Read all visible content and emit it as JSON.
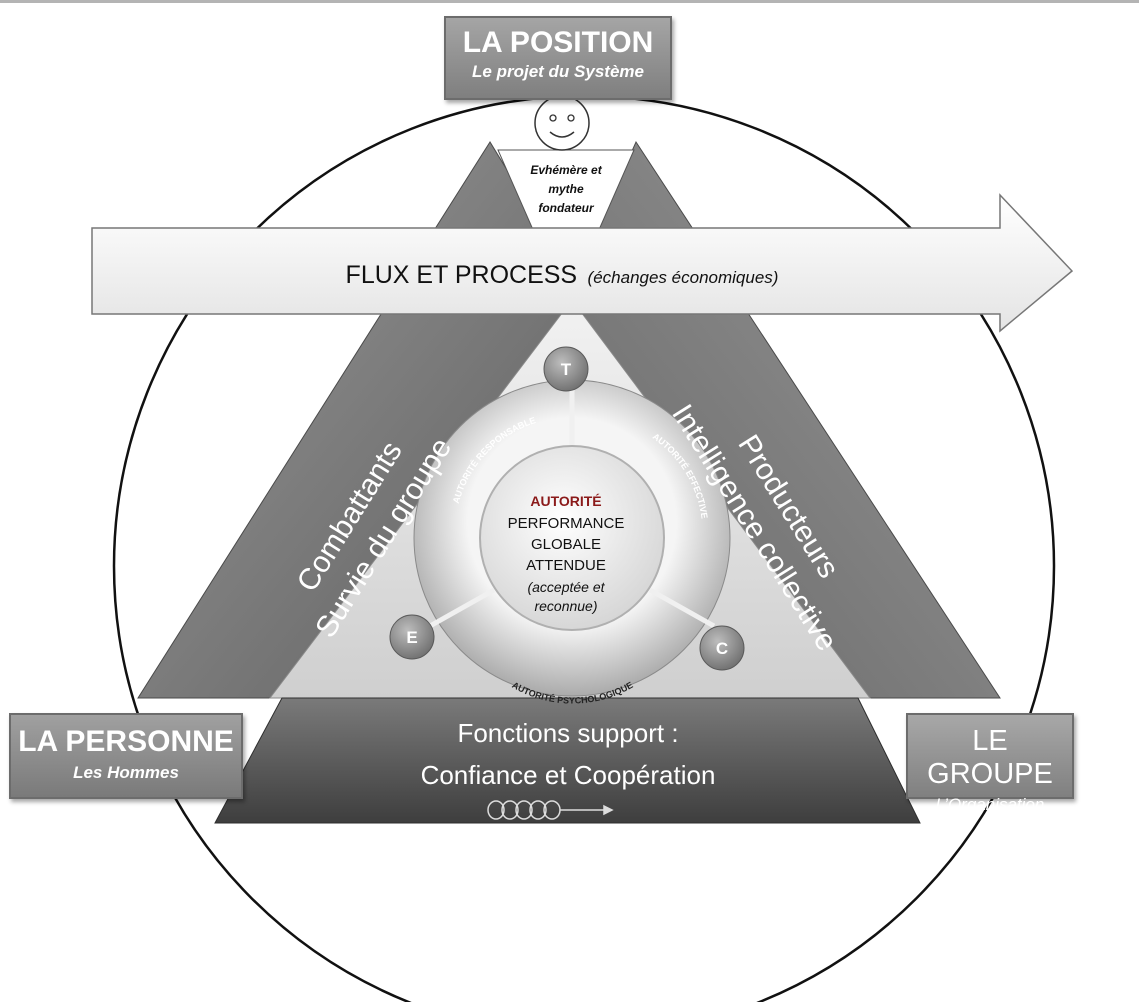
{
  "position": {
    "title": "LA POSITION",
    "subtitle": "Le projet du Système"
  },
  "person": {
    "title": "LA PERSONNE",
    "subtitle": "Les Hommes"
  },
  "group": {
    "title": "LE GROUPE",
    "subtitle": "L’Organisation"
  },
  "apex": {
    "lines": [
      "Evhémère et",
      "mythe",
      "fondateur"
    ]
  },
  "flow": {
    "main": "FLUX ET PROCESS",
    "note": "(échanges économiques)"
  },
  "left_band": {
    "lines": [
      "Combattants",
      "Survie du groupe"
    ]
  },
  "right_band": {
    "lines": [
      "Producteurs",
      "Intelligence collective"
    ]
  },
  "base": {
    "lines": [
      "Fonctions support :",
      "Confiance et Coopération"
    ]
  },
  "center": {
    "title": "AUTORITÉ",
    "lines": [
      "PERFORMANCE",
      "GLOBALE",
      "ATTENDUE"
    ],
    "note": [
      "(acceptée et",
      "reconnue)"
    ]
  },
  "ring": {
    "responsible": "AUTORITÉ RESPONSABLE",
    "effective": "AUTORITÉ EFFECTIVE",
    "psychological": "AUTORITÉ PSYCHOLOGIQUE"
  },
  "nodes": {
    "top": "T",
    "left": "E",
    "right": "C"
  },
  "icons": {
    "face": "smiley-face-icon",
    "spiral": "spiral-coil-icon"
  },
  "colors": {
    "band_dark": "#5e5e5e",
    "band_mid": "#8a8a8a",
    "inner_light": "#dedede",
    "autorite_red": "#8b1a1a"
  }
}
